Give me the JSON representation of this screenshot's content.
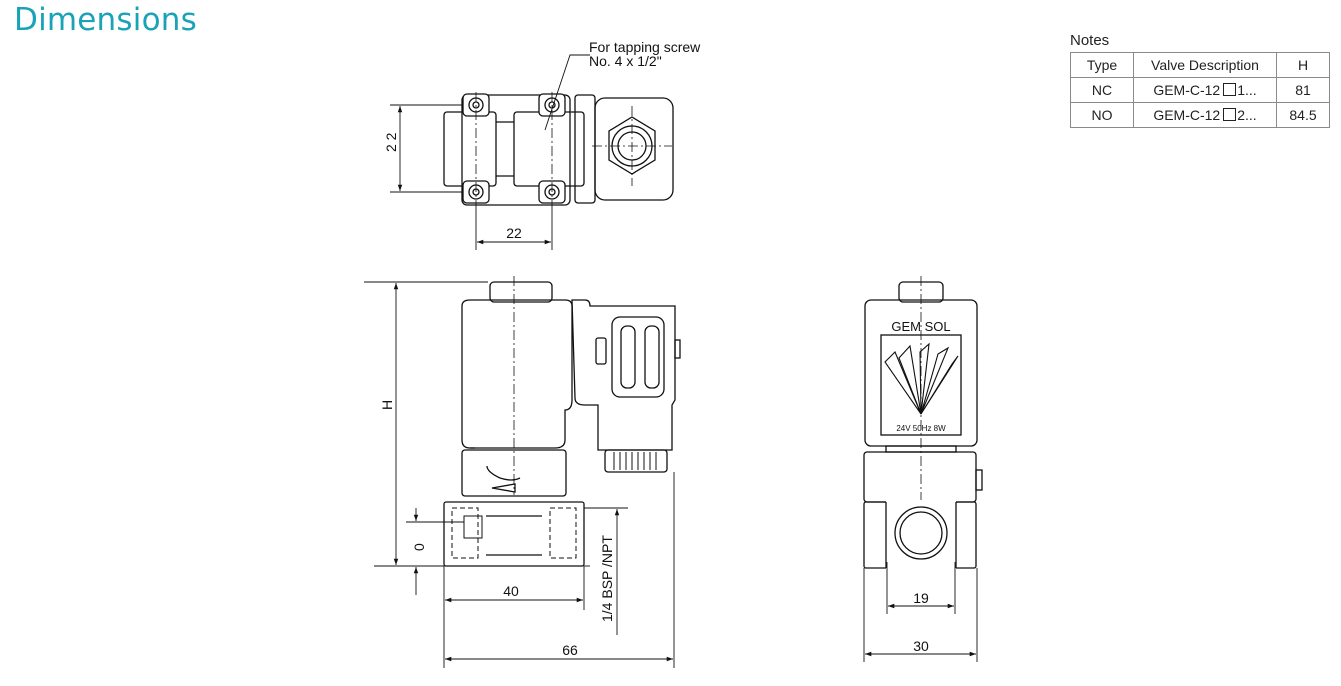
{
  "page_title": "Dimensions",
  "notes": {
    "label": "Notes",
    "columns": [
      "Type",
      "Valve Description",
      "H"
    ],
    "rows": [
      {
        "type": "NC",
        "desc_prefix": "GEM-C-12",
        "desc_suffix": "1...",
        "h": "81"
      },
      {
        "type": "NO",
        "desc_prefix": "GEM-C-12",
        "desc_suffix": "2...",
        "h": "84.5"
      }
    ]
  },
  "drawing": {
    "screw_note_line1": "For tapping screw",
    "screw_note_line2": "No. 4 x 1/2\"",
    "dim_mount_vertical": "2 2",
    "dim_mount_horizontal": "22",
    "dim_height": "H",
    "dim_base_offset": "0",
    "dim_port_thread": "1/4 BSP /NPT",
    "dim_body_width": "40",
    "dim_overall_width": "66",
    "coil_brand": "GEM SOL",
    "coil_rating": "24V 50Hz 8W",
    "dim_port_diameter": "19",
    "dim_side_width": "30"
  }
}
